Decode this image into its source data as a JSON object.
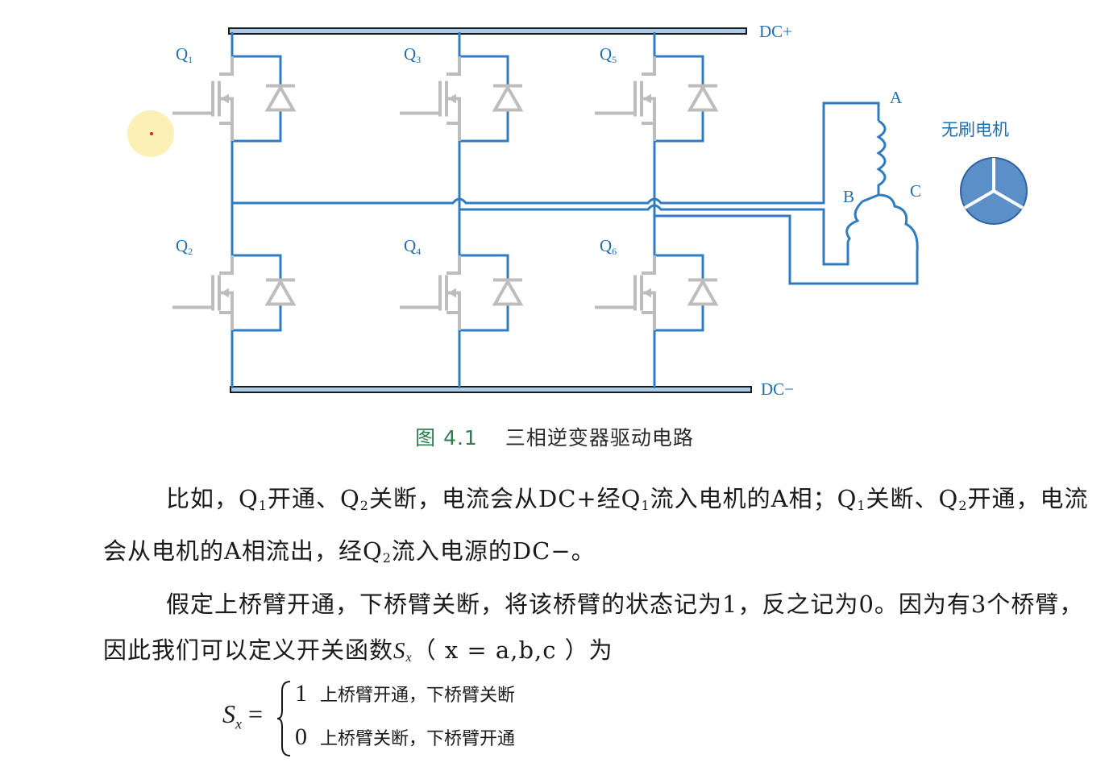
{
  "diagram": {
    "dc_plus": "DC+",
    "dc_minus": "DC−",
    "motor_label": "无刷电机",
    "phases": {
      "a": "A",
      "b": "B",
      "c": "C"
    },
    "switches": [
      {
        "q": "Q",
        "n": "1"
      },
      {
        "q": "Q",
        "n": "3"
      },
      {
        "q": "Q",
        "n": "5"
      },
      {
        "q": "Q",
        "n": "2"
      },
      {
        "q": "Q",
        "n": "4"
      },
      {
        "q": "Q",
        "n": "6"
      }
    ],
    "colors": {
      "wire": "#2f7cc0",
      "bus": "#1a1a1a",
      "mosfet": "#bdbdbd",
      "motor": "#5b8fc7"
    }
  },
  "caption": {
    "number": "图 4.1",
    "title": "三相逆变器驱动电路"
  },
  "paragraph1": {
    "t1": "比如，Q",
    "s1": "1",
    "t2": "开通、Q",
    "s2": "2",
    "t3": "关断，电流会从DC+经Q",
    "s3": "1",
    "t4": "流入电机的A相；Q",
    "s4": "1",
    "t5": "关断、Q",
    "s5": "2",
    "t6": "开通，电流会从电机的A相流出，经Q",
    "s6": "2",
    "t7": "流入电源的DC−。"
  },
  "paragraph2": {
    "t1": "假定上桥臂开通，下桥臂关断，将该桥臂的状态记为1，反之记为0。因为有3个桥臂，因此我们可以定义开关函数",
    "sym": "S",
    "sym_sub": "x",
    "t2": "（ x = a,b,c ）为"
  },
  "formula": {
    "lhs": "S",
    "lhs_sub": "x",
    "eq": "=",
    "row1_value": "1",
    "row1_text": "上桥臂开通，下桥臂关断",
    "row2_value": "0",
    "row2_text": "上桥臂关断，下桥臂开通"
  }
}
